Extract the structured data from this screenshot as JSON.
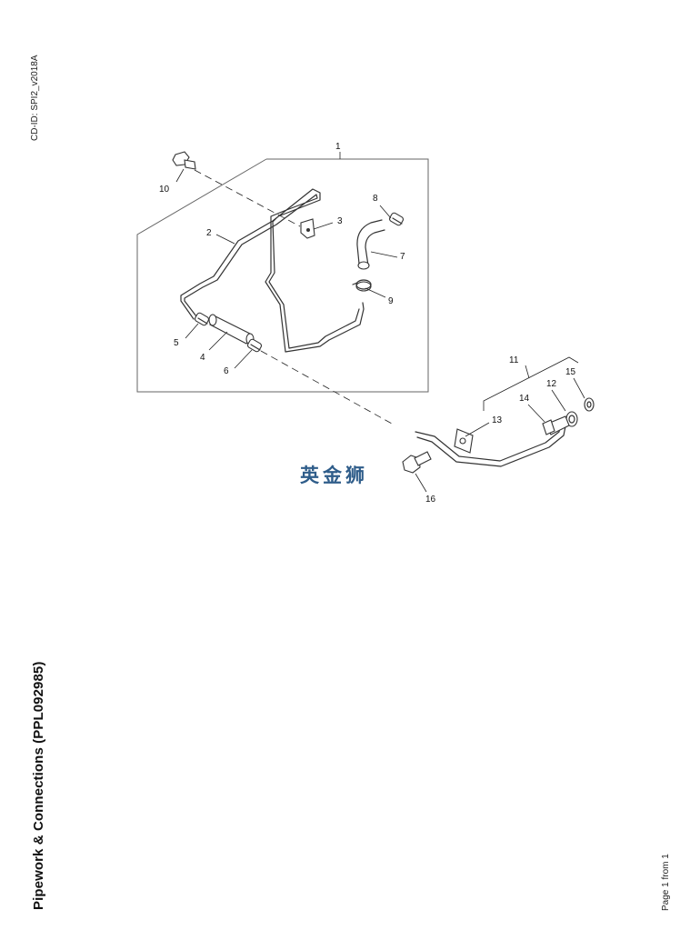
{
  "header": {
    "cd_id": "CD-ID: SPI2_v2018A"
  },
  "title": "Pipework & Connections (PPL092985)",
  "footer": {
    "page": "Page 1 from 1"
  },
  "watermark": "英金狮",
  "callouts": [
    "1",
    "2",
    "3",
    "4",
    "5",
    "6",
    "7",
    "8",
    "9",
    "10",
    "11",
    "12",
    "13",
    "14",
    "15",
    "16"
  ]
}
